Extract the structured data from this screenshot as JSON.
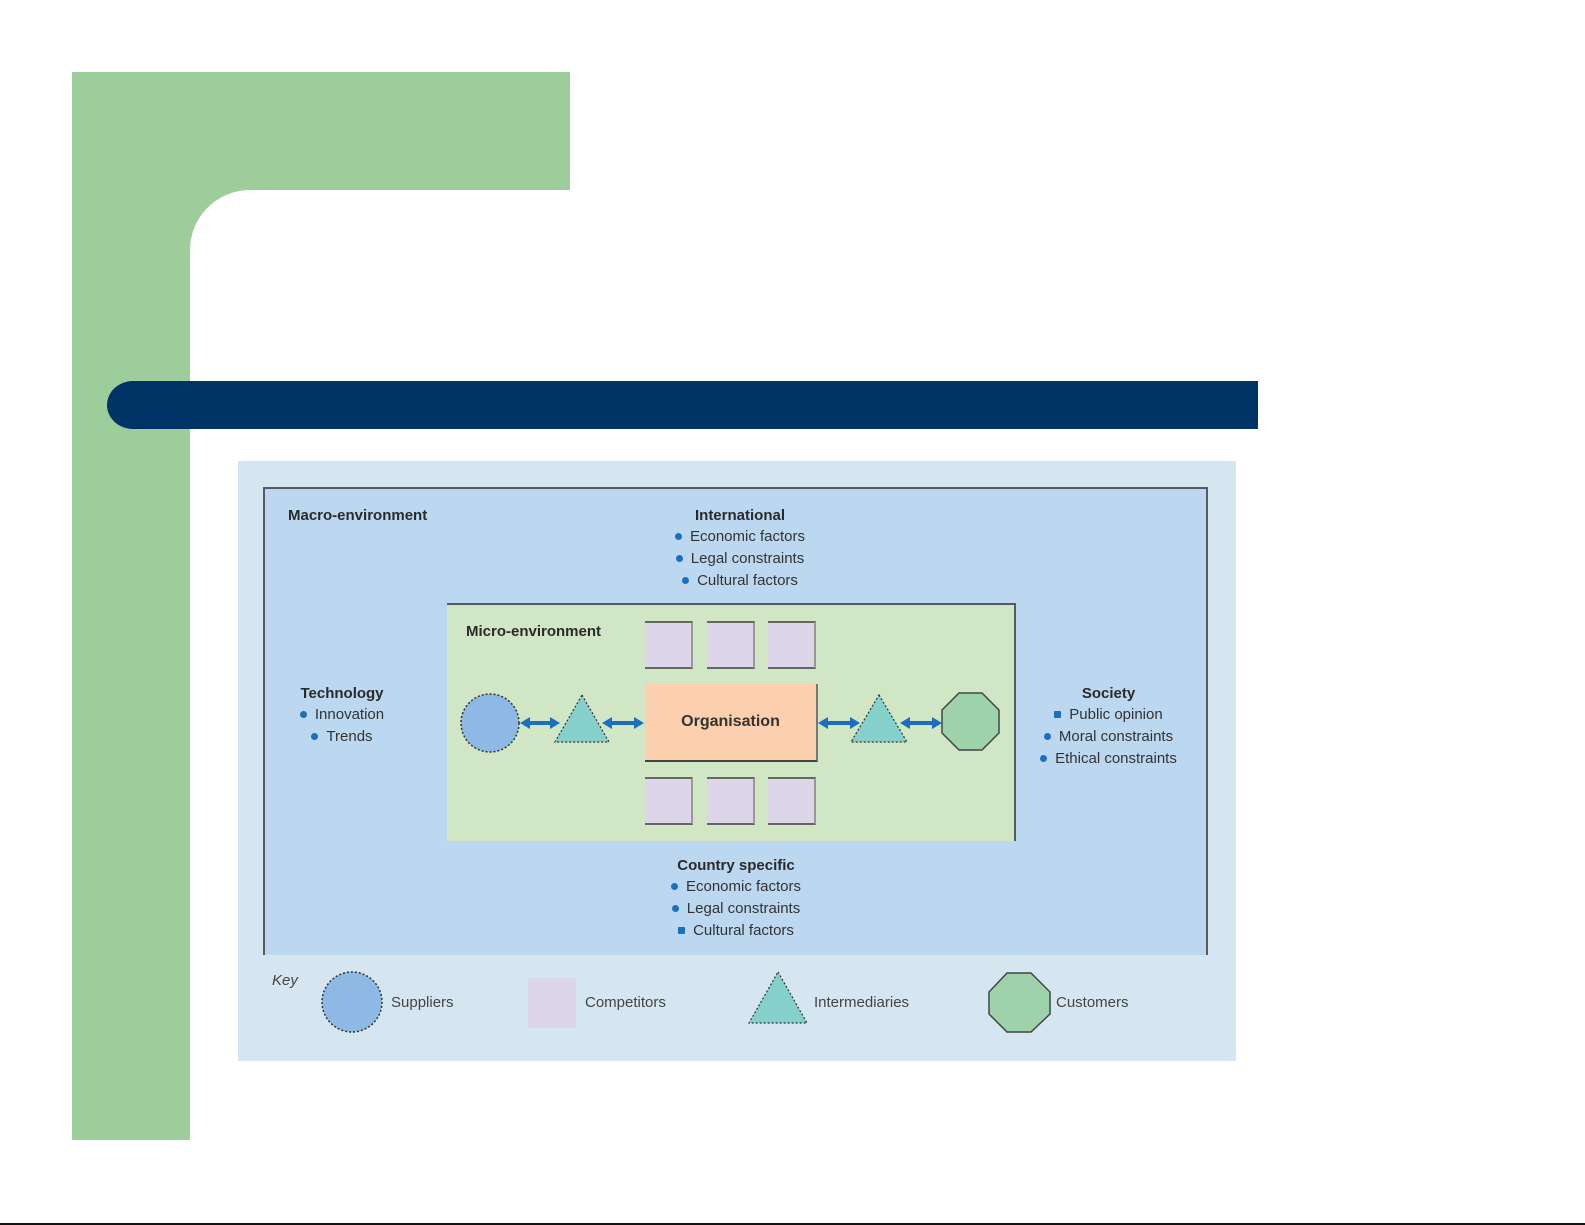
{
  "colors": {
    "slide_green": "#9ccd9a",
    "title_bar_navy": "#003366",
    "figure_bg": "#d6e6f1",
    "macro_bg": "#bcd8f0",
    "micro_bg": "#d0e6c4",
    "organisation_fill": "#fccfae",
    "supplier_fill": "#8db9e4",
    "competitor_fill": "#ddd5e8",
    "intermediary_fill": "#86d0cc",
    "customer_fill": "#9dd2aa",
    "bullet_blue": "#1c6fbf",
    "arrow_blue": "#1c6fbf"
  },
  "slide": {
    "title": ""
  },
  "diagram": {
    "macro_label": "Macro-environment",
    "micro_label": "Micro-environment",
    "organisation_label": "Organisation",
    "international": {
      "heading": "International",
      "items": [
        "Economic factors",
        "Legal constraints",
        "Cultural factors"
      ]
    },
    "technology": {
      "heading": "Technology",
      "items": [
        "Innovation",
        "Trends"
      ]
    },
    "society": {
      "heading": "Society",
      "items": [
        "Public opinion",
        "Moral constraints",
        "Ethical constraints"
      ]
    },
    "country_specific": {
      "heading": "Country specific",
      "items": [
        "Economic factors",
        "Legal constraints",
        "Cultural factors"
      ]
    },
    "flow": [
      "supplier",
      "intermediary",
      "organisation",
      "intermediary",
      "customer"
    ],
    "competitors_above": 3,
    "competitors_below": 3
  },
  "key": {
    "label": "Key",
    "entries": [
      {
        "shape": "circle",
        "label": "Suppliers"
      },
      {
        "shape": "square",
        "label": "Competitors"
      },
      {
        "shape": "triangle",
        "label": "Intermediaries"
      },
      {
        "shape": "octagon",
        "label": "Customers"
      }
    ]
  }
}
